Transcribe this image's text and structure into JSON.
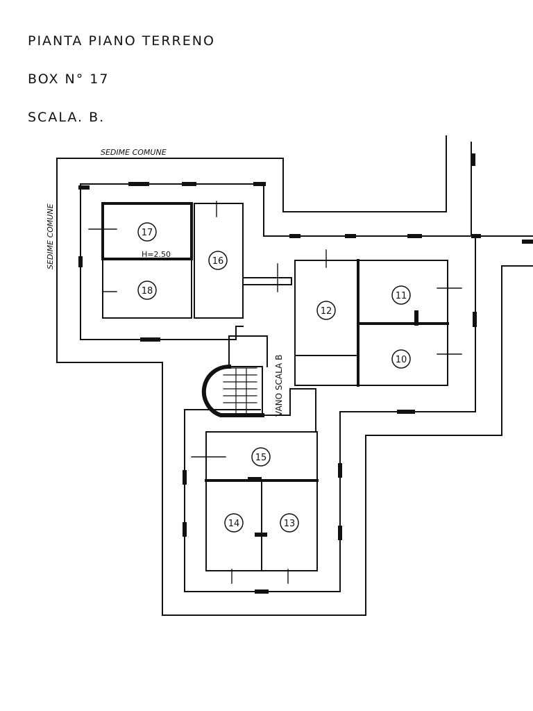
{
  "header": {
    "line1": "PIANTA PIANO TERRENO",
    "line2": "BOX N° 17",
    "line3": "SCALA. B."
  },
  "labels": {
    "sedime_top": "SEDIME COMUNE",
    "sedime_left": "SEDIME COMUNE",
    "height_note": "H=2.50",
    "stair_label": "VANO SCALA B"
  },
  "rooms": [
    "17",
    "18",
    "16",
    "12",
    "11",
    "10",
    "15",
    "14",
    "13"
  ]
}
